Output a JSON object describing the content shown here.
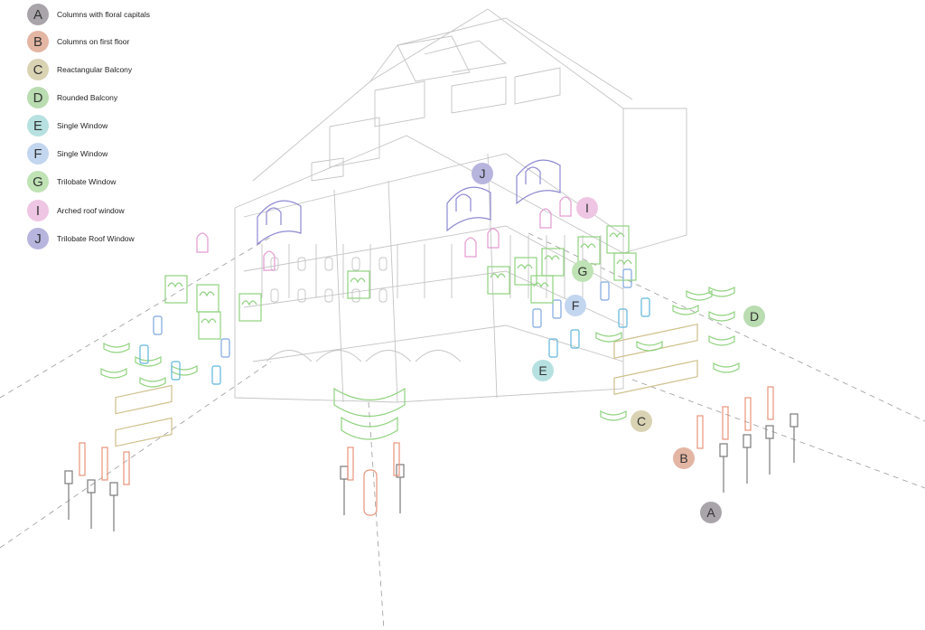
{
  "legend": [
    {
      "letter": "A",
      "label": "Columns with floral capitals",
      "color": "#a8a4aa"
    },
    {
      "letter": "B",
      "label": "Columns on first floor",
      "color": "#e3b5a3"
    },
    {
      "letter": "C",
      "label": "Reactangular Balcony",
      "color": "#d9d3b3"
    },
    {
      "letter": "D",
      "label": "Rounded Balcony",
      "color": "#b9dcb0"
    },
    {
      "letter": "E",
      "label": "Single Window",
      "color": "#b7e1e1"
    },
    {
      "letter": "F",
      "label": "Single Window",
      "color": "#c3d6ef"
    },
    {
      "letter": "G",
      "label": "Trilobate Window",
      "color": "#bfe3b5"
    },
    {
      "letter": "I",
      "label": "Arched roof window",
      "color": "#eec6e3"
    },
    {
      "letter": "J",
      "label": "Trilobate Roof Window",
      "color": "#b7b5de"
    }
  ],
  "callouts": [
    {
      "letter": "J",
      "color": "#b7b5de"
    },
    {
      "letter": "I",
      "color": "#eec6e3"
    },
    {
      "letter": "G",
      "color": "#bfe3b5"
    },
    {
      "letter": "F",
      "color": "#c3d6ef"
    },
    {
      "letter": "E",
      "color": "#b7e1e1"
    },
    {
      "letter": "D",
      "color": "#b9dcb0"
    },
    {
      "letter": "C",
      "color": "#d9d3b3"
    },
    {
      "letter": "B",
      "color": "#e3b5a3"
    },
    {
      "letter": "A",
      "color": "#a8a4aa"
    }
  ],
  "strokes": {
    "building": "#c4c4c4",
    "green": "#8fd27e",
    "blue": "#5fb6dc",
    "lightblue": "#7fa7e0",
    "pink": "#e39ad0",
    "purple": "#8e8ad2",
    "orange": "#e8927a",
    "tan": "#cdbf8a",
    "gray": "#7a7a7a",
    "axis": "#9a9a9a"
  }
}
